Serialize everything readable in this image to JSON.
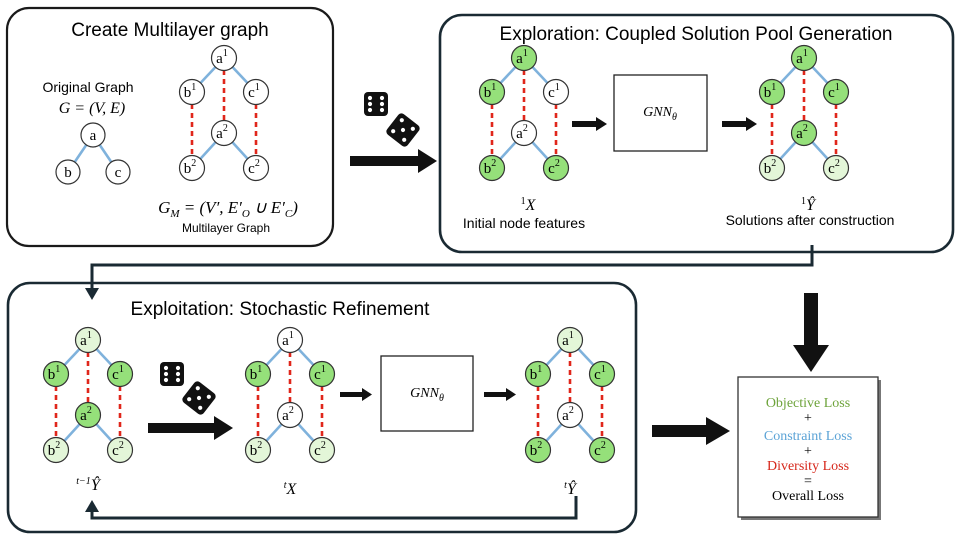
{
  "panels": {
    "create": {
      "title": "Create Multilayer graph"
    },
    "exploration": {
      "title": "Exploration: Coupled Solution Pool Generation"
    },
    "exploitation": {
      "title": "Exploitation: Stochastic Refinement"
    }
  },
  "original_graph": {
    "label": "Original Graph",
    "formula": "G = (V, E)",
    "nodes": {
      "a": "a",
      "b": "b",
      "c": "c"
    }
  },
  "multilayer_graph": {
    "formula": "G_M = (V', E'_O ∪ E'_C)",
    "caption": "Multilayer Graph"
  },
  "node_labels": {
    "a1": "a",
    "b1": "b",
    "c1": "c",
    "a2": "a",
    "b2": "b",
    "c2": "c",
    "sup1": "1",
    "sup2": "2"
  },
  "exploration": {
    "input_symbol": "¹X",
    "input_caption": "Initial node features",
    "gnn_label": "GNN_θ",
    "output_symbol": "¹Ŷ",
    "output_caption": "Solutions after construction"
  },
  "exploitation": {
    "input_symbol": "t−1Ŷ",
    "mid_symbol": "ᵗX",
    "gnn_label": "GNN_θ",
    "output_symbol": "ᵗŶ"
  },
  "loss_box": {
    "objective": "Objective Loss",
    "plus1": "+",
    "constraint": "Constraint Loss",
    "plus2": "+",
    "diversity": "Diversity Loss",
    "equals": "=",
    "overall": "Overall Loss"
  },
  "colors": {
    "blue_edge": "#7fb2dc",
    "red_edge": "#e0261b",
    "green_fill": "#95e07a",
    "light_green_fill": "#e3f6d8",
    "objective": "#6da33a",
    "constraint": "#5ba3d6",
    "diversity": "#d6261a"
  },
  "icons": [
    "dice-icon",
    "arrow-icon"
  ]
}
